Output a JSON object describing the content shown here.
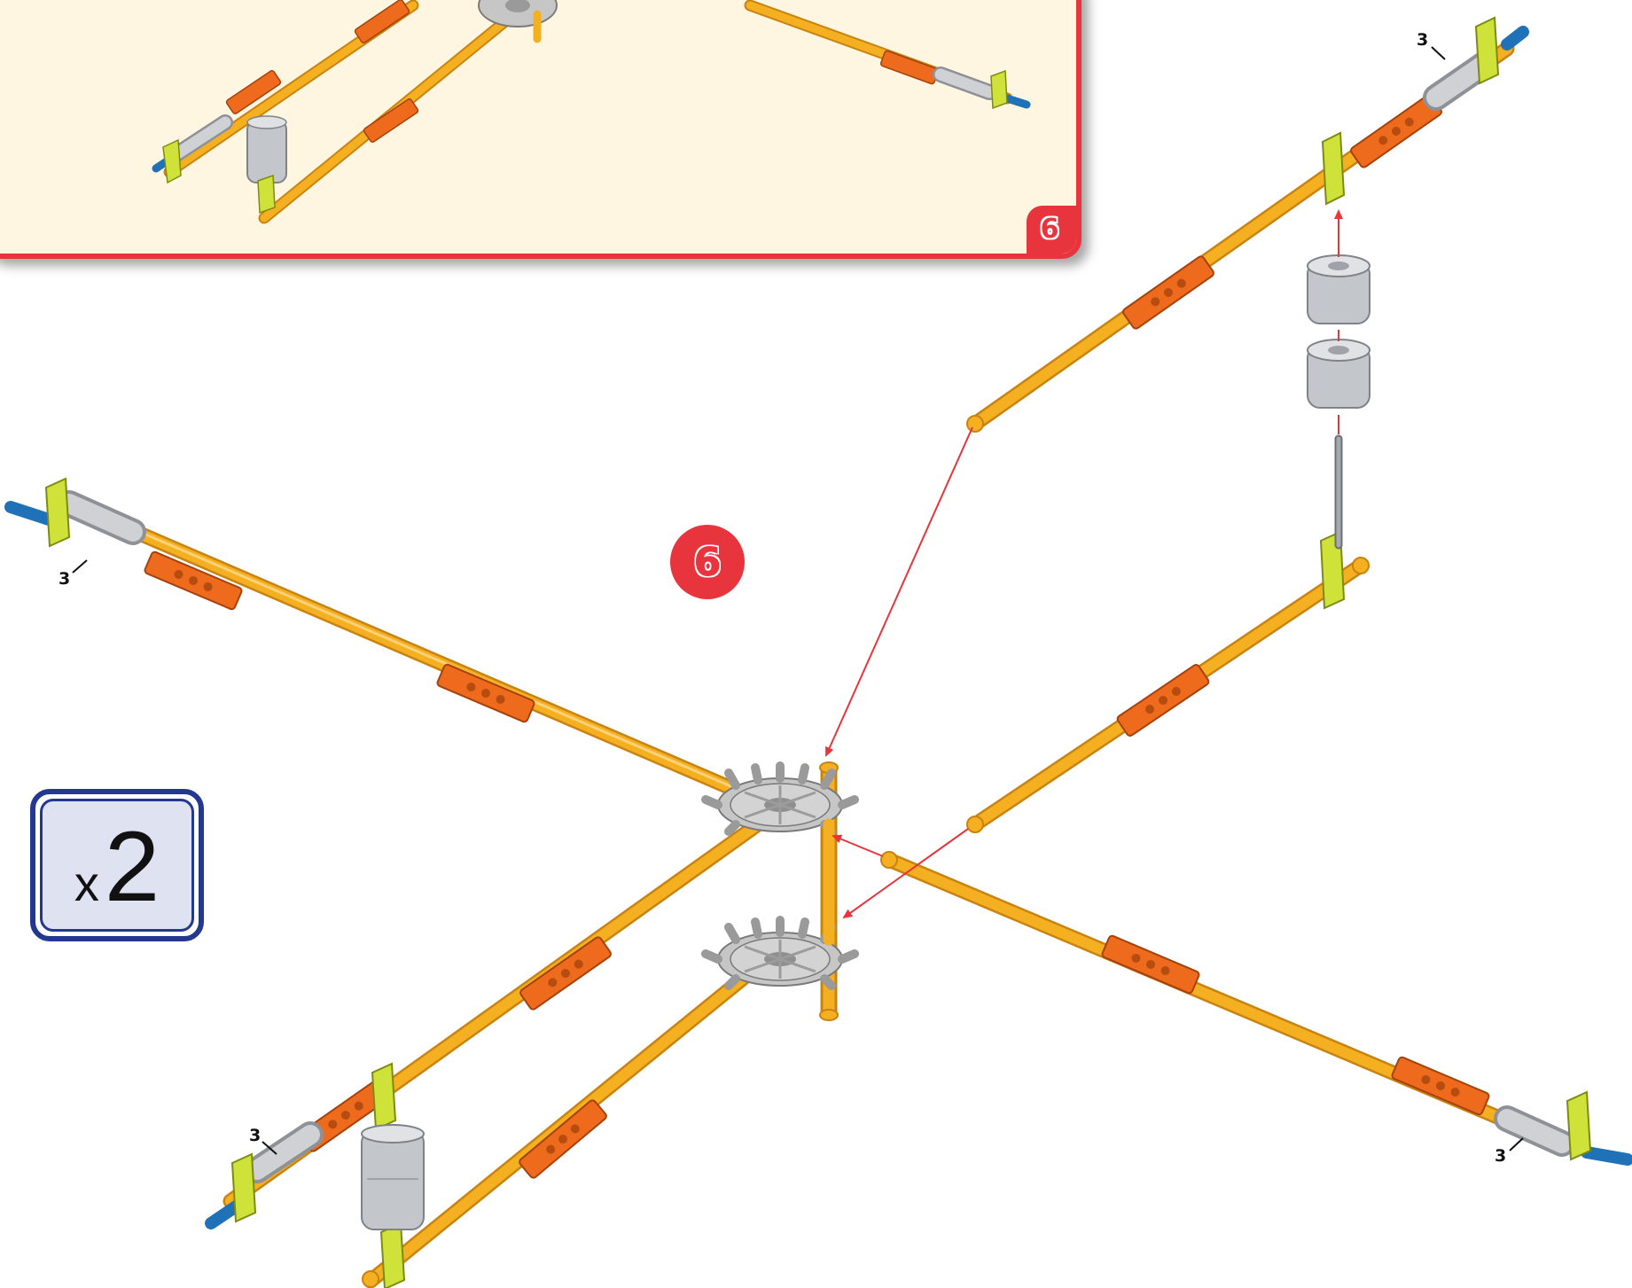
{
  "step": {
    "number": "6",
    "inset_number": "6"
  },
  "quantity": {
    "prefix": "x",
    "count": "2"
  },
  "callouts": [
    "3",
    "3",
    "3",
    "3"
  ],
  "colors": {
    "rod_yellow": "#f5b021",
    "connector_orange": "#ee6a1c",
    "clip_lime": "#cfe23a",
    "gear_gray": "#c6c6c6",
    "spacer_gray": "#b9bcc2",
    "axle_blue": "#1f72b8",
    "arrow_red": "#e8343c",
    "accent_red": "#e8343c",
    "box_blue": "#23388e",
    "inset_bg": "#fff6e2"
  },
  "icons": [
    "gear-icon",
    "wheel-icon",
    "arrow-icon"
  ]
}
